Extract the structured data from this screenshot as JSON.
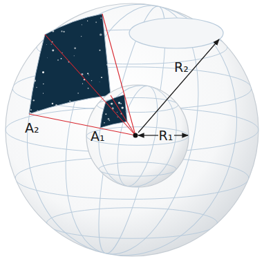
{
  "diagram": {
    "labels": [
      "R₂",
      "A₂",
      "A₁",
      "R₁"
    ]
  }
}
